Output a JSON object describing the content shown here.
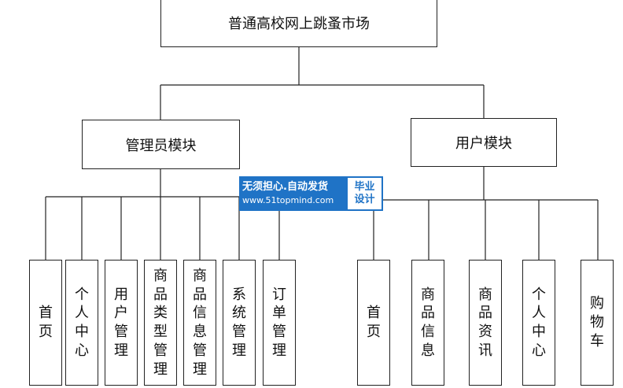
{
  "root": {
    "label": "普通高校网上跳蚤市场"
  },
  "modules": [
    {
      "label": "管理员模块",
      "children": [
        "首页",
        "个人中心",
        "用户管理",
        "商品类型管理",
        "商品信息管理",
        "系统管理",
        "订单管理"
      ]
    },
    {
      "label": "用户模块",
      "children": [
        "首页",
        "商品信息",
        "商品资讯",
        "个人中心",
        "购物车"
      ]
    }
  ],
  "watermark": {
    "line1": "无须担心.自动发货",
    "line2": "www.51topmind.com",
    "badge_line1": "毕业",
    "badge_line2": "设计",
    "color": "#1f73c6"
  }
}
